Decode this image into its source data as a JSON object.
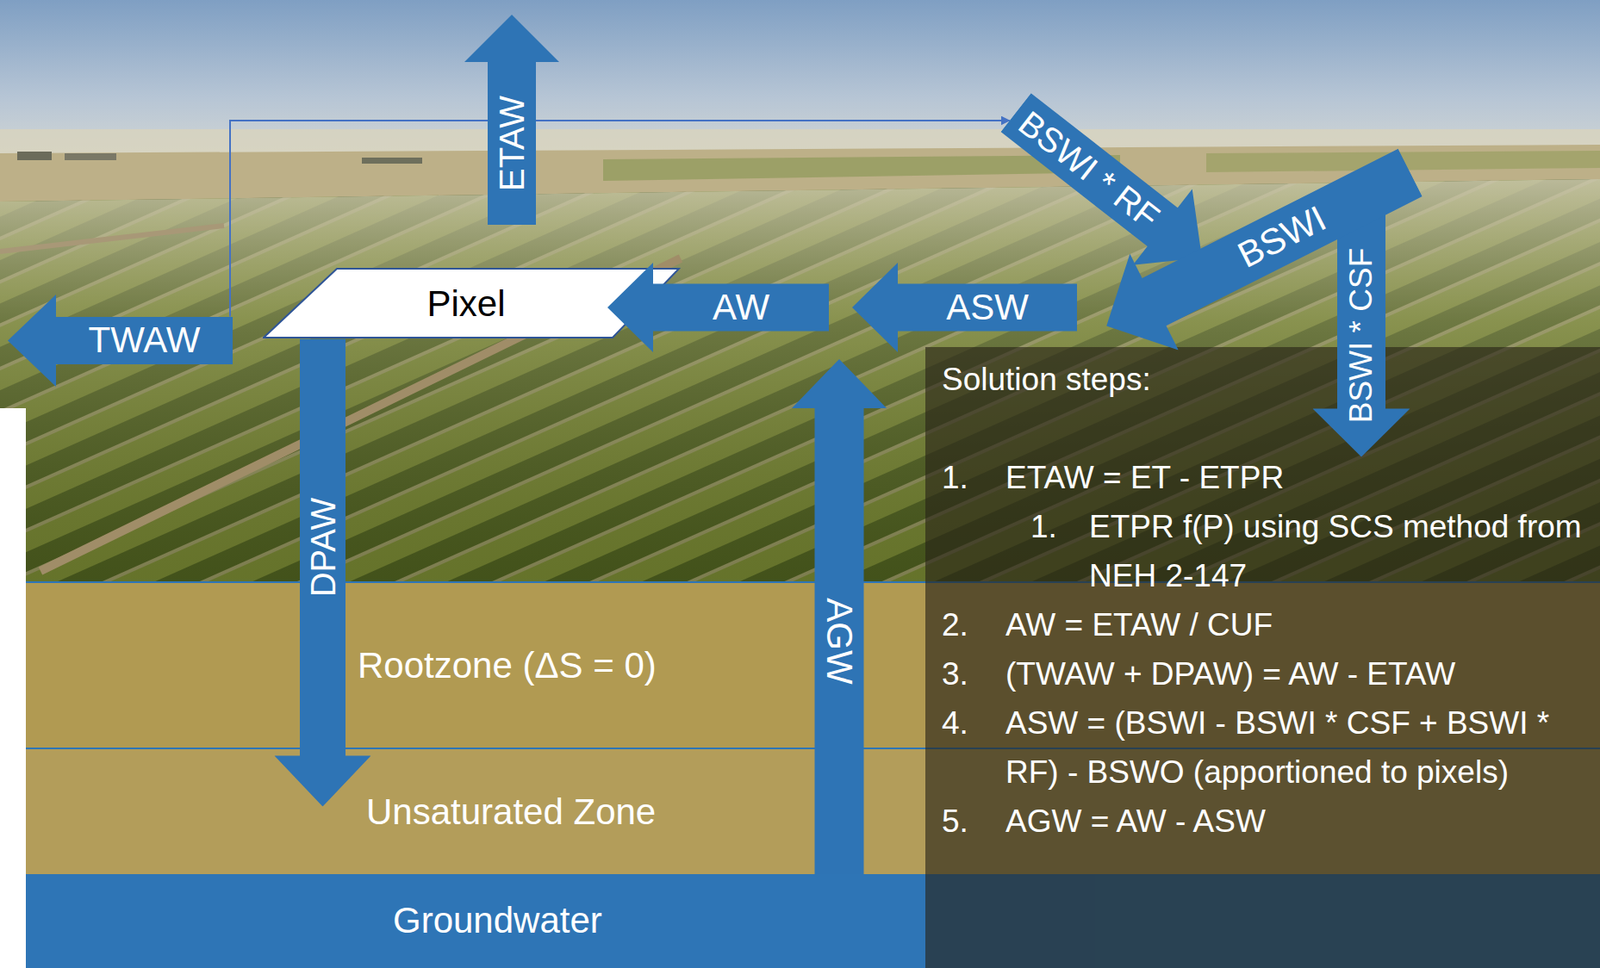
{
  "diagram": {
    "nodes": [
      {
        "text": [
          "ETAW"
        ]
      },
      {
        "text": [
          "BSWI * RF"
        ]
      },
      {
        "text": [
          "BSWI"
        ]
      },
      {
        "text": [
          "BSWI * CSF"
        ]
      },
      {
        "text": [
          "TWAW"
        ]
      },
      {
        "text": [
          "Pixel"
        ]
      },
      {
        "text": [
          "AW"
        ]
      },
      {
        "text": [
          "ASW"
        ]
      },
      {
        "text": [
          "AGW"
        ]
      },
      {
        "text": [
          "DPAW"
        ]
      },
      {
        "text": [
          "Solution steps:",
          "1.",
          "ETAW = ET - ETPR",
          "1.",
          "ETPR f(P) using SCS method from NEH 2-147",
          "2.",
          "AW = ETAW / CUF",
          "3.",
          "(TWAW + DPAW) = AW - ETAW",
          "4.",
          "ASW = (BSWI - BSWI * CSF + BSWI * RF) - BSWO (apportioned to pixels)",
          "5.",
          "AGW = AW - ASW"
        ]
      },
      {
        "text": [
          "Rootzone (ΔS = 0)"
        ]
      },
      {
        "text": [
          "Unsaturated Zone"
        ]
      },
      {
        "text": [
          "Groundwater"
        ]
      }
    ],
    "edges": [
      {
        "from": 4,
        "to": 1,
        "arrow": "to"
      }
    ]
  }
}
